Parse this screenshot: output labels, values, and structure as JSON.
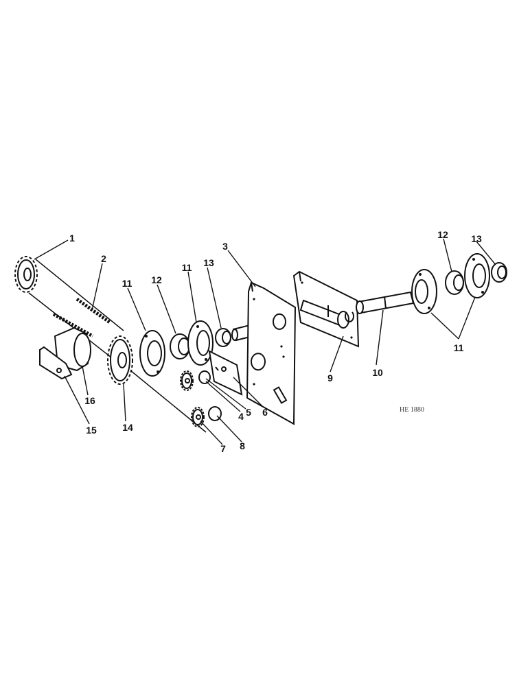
{
  "callouts": {
    "c1": "1",
    "c2": "2",
    "c3": "3",
    "c4": "4",
    "c5": "5",
    "c6": "6",
    "c7": "7",
    "c8": "8",
    "c9": "9",
    "c10": "10",
    "c11a": "11",
    "c11b": "11",
    "c11c": "11",
    "c12a": "12",
    "c12b": "12",
    "c13a": "13",
    "c13b": "13",
    "c14": "14",
    "c15": "15",
    "c16": "16"
  },
  "drawing_id": "HE 1880",
  "colors": {
    "ink": "#111111",
    "paper": "#ffffff"
  }
}
